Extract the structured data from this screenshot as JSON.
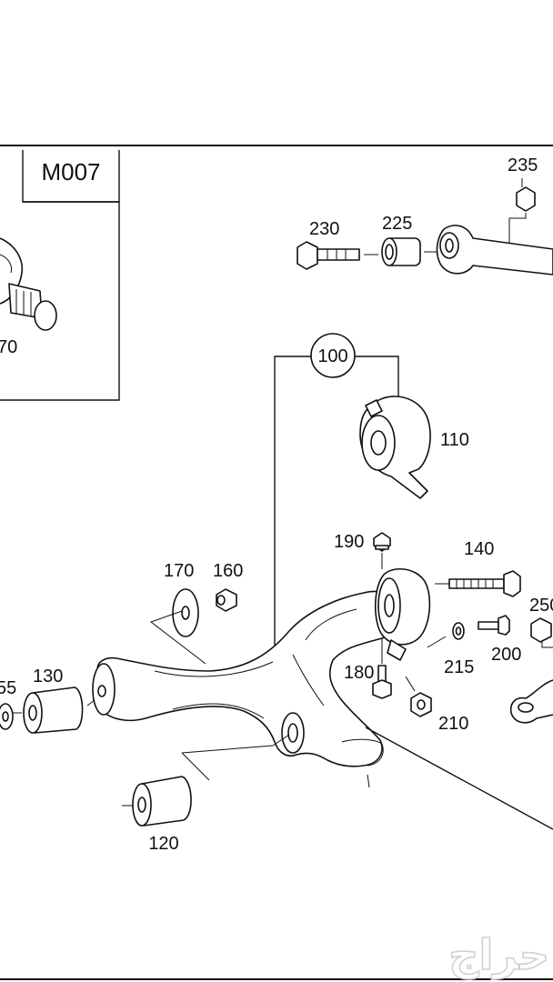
{
  "diagram": {
    "section_code": "M007",
    "callouts": {
      "c100": "100",
      "c110": "110",
      "c120": "120",
      "c130": "130",
      "c140": "140",
      "c155": "55",
      "c160": "160",
      "c170": "170",
      "c180": "180",
      "c190": "190",
      "c200": "200",
      "c210": "210",
      "c215": "215",
      "c225": "225",
      "c230": "230",
      "c235": "235",
      "c250": "250",
      "c270": "70"
    },
    "watermark_text": "حراج"
  }
}
